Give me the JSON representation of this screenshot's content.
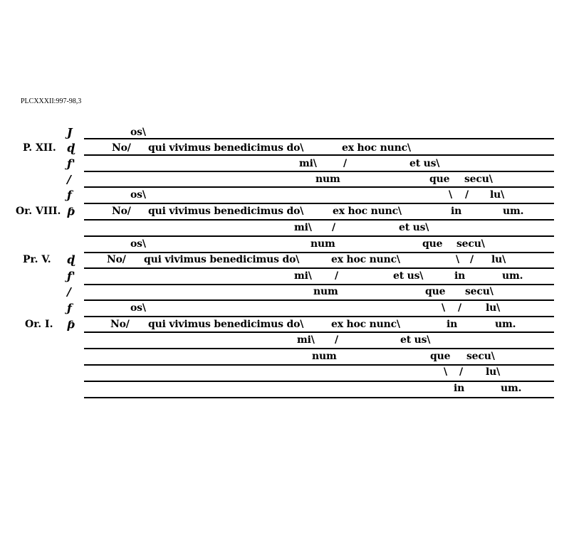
{
  "reference": "PLCXXXII:997-98,3",
  "rows": [
    {
      "label": "",
      "clef": "J",
      "items": [
        "os\\"
      ]
    },
    {
      "label": "P. XII.",
      "clef": "ɖ",
      "items": [
        "No/",
        "qui vivimus benedicimus do\\",
        "ex hoc nunc\\"
      ]
    },
    {
      "label": "",
      "clef": "ƒ'",
      "items": [
        "mi\\",
        "/",
        "et us\\"
      ]
    },
    {
      "label": "",
      "clef": "/",
      "items": [
        "num",
        "que",
        "secu\\"
      ]
    },
    {
      "label": "",
      "clef": "ƒ",
      "items": [
        "os\\",
        "\\",
        "/",
        "lu\\"
      ]
    },
    {
      "label": "Or. VIII.",
      "clef": "ƥ",
      "items": [
        "No/",
        "qui vivimus benedicimus do\\",
        "ex hoc nunc\\",
        "in",
        "um."
      ]
    },
    {
      "label": "",
      "clef": "",
      "items": [
        "mi\\",
        "/",
        "et us\\"
      ]
    },
    {
      "label": "",
      "clef": "",
      "items": [
        "os\\",
        "num",
        "que",
        "secu\\"
      ]
    },
    {
      "label": "Pr. V.",
      "clef": "ɖ",
      "items": [
        "No/",
        "qui vivimus benedicimus do\\",
        "ex hoc nunc\\",
        "\\",
        "/",
        "lu\\"
      ]
    },
    {
      "label": "",
      "clef": "ƒ'",
      "items": [
        "mi\\",
        "/",
        "et us\\",
        "in",
        "um."
      ]
    },
    {
      "label": "",
      "clef": "/",
      "items": [
        "num",
        "que",
        "secu\\"
      ]
    },
    {
      "label": "",
      "clef": "ƒ",
      "items": [
        "os\\",
        "\\",
        "/",
        "lu\\"
      ]
    },
    {
      "label": "Or. I.",
      "clef": "ƥ",
      "items": [
        "No/",
        "qui vivimus benedicimus do\\",
        "ex hoc nunc\\",
        "in",
        "um."
      ]
    },
    {
      "label": "",
      "clef": "",
      "items": [
        "mi\\",
        "/",
        "et us\\"
      ]
    },
    {
      "label": "",
      "clef": "",
      "items": [
        "num",
        "que",
        "secu\\"
      ]
    },
    {
      "label": "",
      "clef": "",
      "items": [
        "\\",
        "/",
        "lu\\"
      ]
    },
    {
      "label": "",
      "clef": "",
      "items": [
        "in",
        "um."
      ]
    }
  ]
}
